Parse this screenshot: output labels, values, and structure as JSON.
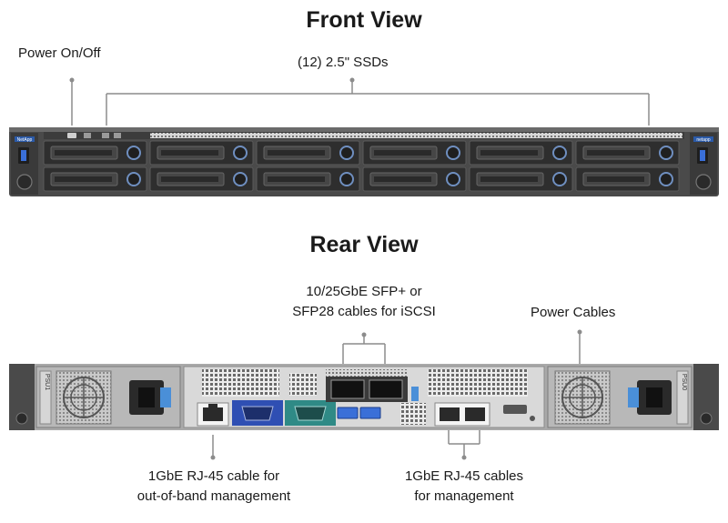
{
  "front": {
    "title": "Front View",
    "power_label": "Power On/Off",
    "ssd_label": "(12) 2.5\" SSDs",
    "logo_left": "NetApp",
    "logo_right": "netapp"
  },
  "rear": {
    "title": "Rear View",
    "sfp_label_line1": "10/25GbE SFP+ or",
    "sfp_label_line2": "SFP28 cables for iSCSI",
    "power_cables_label": "Power Cables",
    "oob_label_line1": "1GbE RJ-45 cable for",
    "oob_label_line2": "out-of-band management",
    "mgmt_label_line1": "1GbE RJ-45 cables",
    "mgmt_label_line2": "for management",
    "psu1": "PSU1",
    "psu0": "PSU0"
  },
  "colors": {
    "chassis": "#4a4a4a",
    "bay": "#2e2e2e",
    "led_blue": "#6f8fc0",
    "vga_blue": "#2f4fb3",
    "serial_teal": "#2f8a86",
    "usb_blue": "#3a6fd8",
    "callout_gray": "#8c8c8c"
  }
}
